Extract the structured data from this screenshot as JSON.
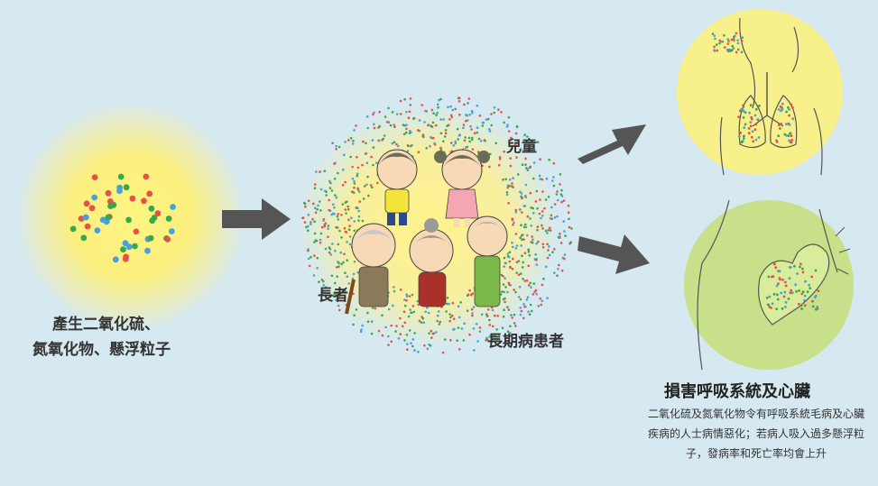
{
  "source": {
    "line1": "產生二氧化硫、",
    "line2": "氮氧化物、懸浮粒子"
  },
  "groups": {
    "children": "兒童",
    "elderly": "長者",
    "patients": "長期病患者"
  },
  "effect": {
    "title": "損害呼吸系統及心臟",
    "description": "二氧化硫及氮氧化物令有呼吸系統毛病及心臟疾病的人士病情惡化；若病人吸入過多懸浮粒子，發病率和死亡率均會上升"
  },
  "colors": {
    "background": "#d6e8f0",
    "particle_red": "#e8504a",
    "particle_green": "#3aa84a",
    "particle_blue": "#4aa0d8",
    "arrow": "#555555",
    "yellow_glow": "#fdf07a",
    "lung_circle": "#f8f08a",
    "heart_circle": "#c8e08a"
  }
}
